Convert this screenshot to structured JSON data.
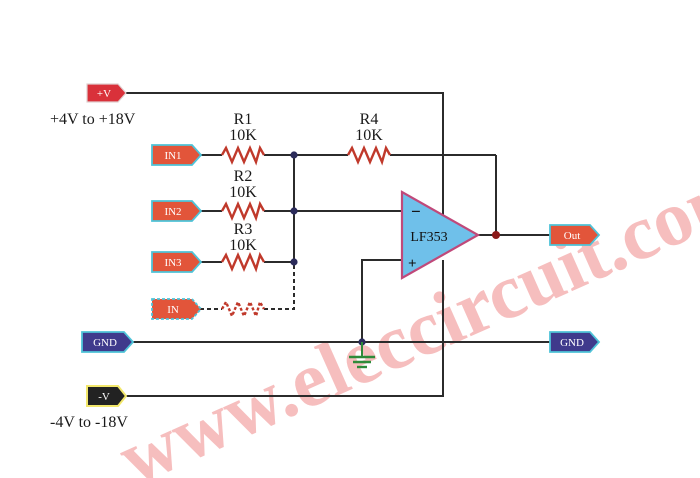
{
  "connectors": {
    "vplus": "+V",
    "vminus": "-V",
    "in1": "IN1",
    "in2": "IN2",
    "in3": "IN3",
    "in_opt": "IN",
    "gnd_left": "GND",
    "gnd_right": "GND",
    "out": "Out"
  },
  "supply": {
    "positive_range": "+4V to +18V",
    "negative_range": "-4V to -18V"
  },
  "resistors": {
    "r1": {
      "name": "R1",
      "value": "10K"
    },
    "r2": {
      "name": "R2",
      "value": "10K"
    },
    "r3": {
      "name": "R3",
      "value": "10K"
    },
    "r4": {
      "name": "R4",
      "value": "10K"
    }
  },
  "opamp": {
    "part": "LF353",
    "minus": "−",
    "plus": "+"
  },
  "watermark": "www.eleccircuit.com",
  "colors": {
    "input_fill": "#e2553a",
    "input_border": "#4ec3d8",
    "vplus_fill": "#d9313a",
    "gnd_fill": "#3f3a8c",
    "vminus_fill": "#222222",
    "vminus_border": "#f2e76b",
    "opamp_fill": "#6fc0ea",
    "opamp_border": "#c0497a",
    "ground_symbol": "#2e8b3a"
  }
}
